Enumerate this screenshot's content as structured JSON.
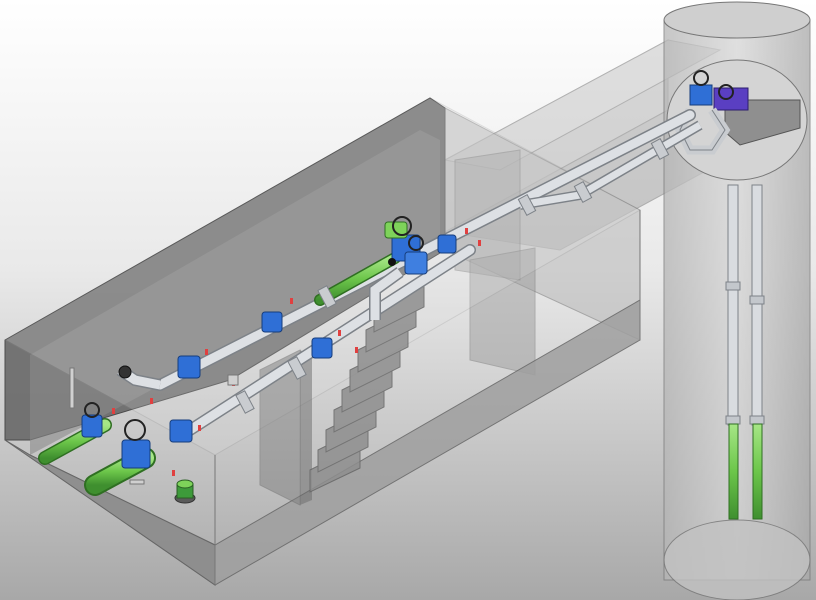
{
  "colors": {
    "background_top": "#ffffff",
    "background_bottom": "#9a9a9a",
    "concrete": "#9c9c9c",
    "concrete_dark": "#6e6e6e",
    "pipe": "#d9dce0",
    "pipe_edge": "#7d8288",
    "pipe_green": "#7ed35a",
    "pipe_green_dark": "#3f8f2f",
    "valve_blue": "#2f6fd6",
    "valve_purple": "#5a3fc2",
    "flag_red": "#e04040"
  },
  "components": {
    "vault": "valve-vault",
    "shaft": "pump-shaft",
    "stairs": "access-stairs",
    "manhole": "floor-manhole"
  }
}
